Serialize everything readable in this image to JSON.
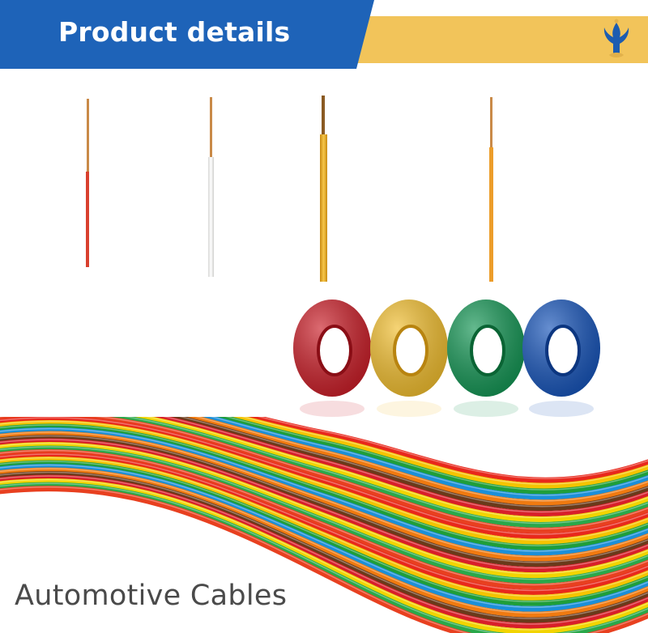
{
  "banner": {
    "title": "Product details",
    "colors": {
      "blue": "#1e63b8",
      "gold": "#f2c45a",
      "logo": "#1c5cb0"
    },
    "logo_icon": "phoenix-crest-icon"
  },
  "single_wires": [
    {
      "name": "red-wire",
      "insulation": "#d9402e"
    },
    {
      "name": "white-wire",
      "insulation": "#f4f4f2"
    },
    {
      "name": "yellow-wire",
      "insulation": "#f0b22a"
    },
    {
      "name": "orange-wire",
      "insulation": "#ec9d2a"
    }
  ],
  "spools": [
    {
      "name": "red-spool",
      "color": "#c91b25"
    },
    {
      "name": "yellow-spool",
      "color": "#f1bd2c"
    },
    {
      "name": "green-spool",
      "color": "#119452"
    },
    {
      "name": "blue-spool",
      "color": "#1452b8"
    }
  ],
  "bundle": {
    "colors": [
      "#e8281c",
      "#f5c400",
      "#1f9e3a",
      "#1c8fd8",
      "#f07a10",
      "#6a3a1a",
      "#d81f2a",
      "#f2d400",
      "#2aa84a",
      "#e84020"
    ]
  },
  "caption": "Automotive Cables"
}
